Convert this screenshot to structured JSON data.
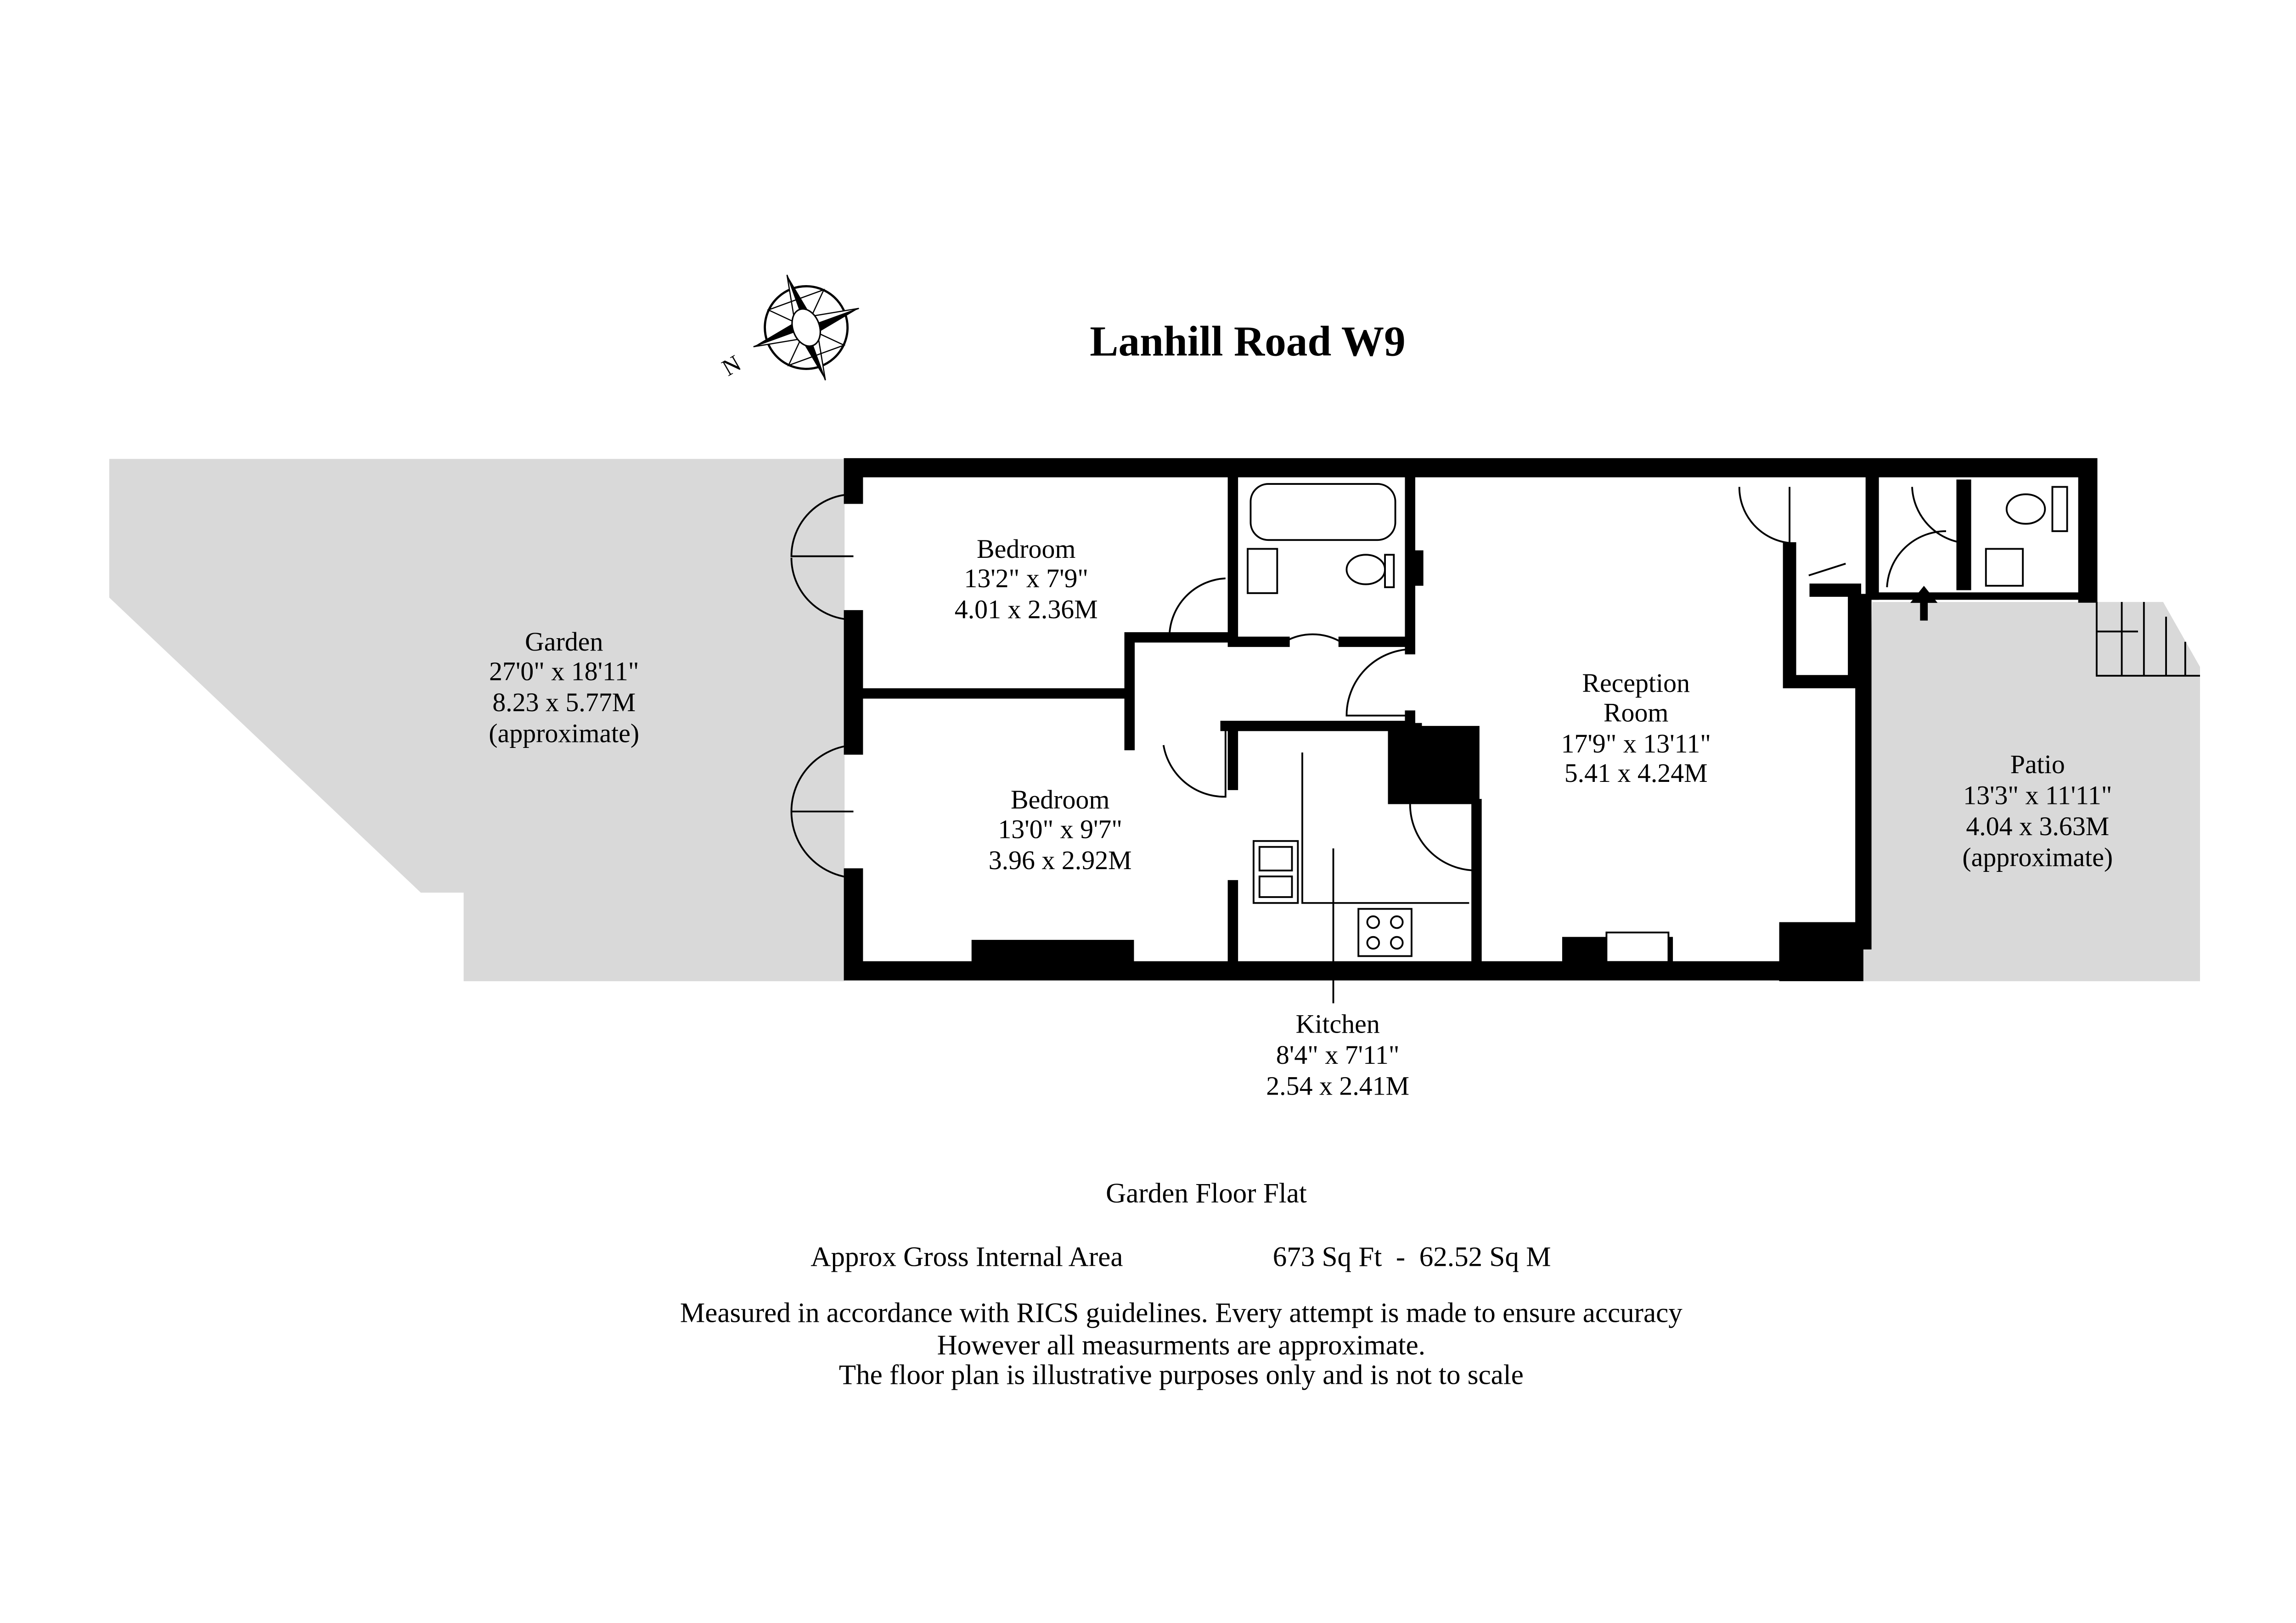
{
  "title": "Lanhill Road W9",
  "compass": {
    "icon": "compass-rose-icon",
    "north_label": "N"
  },
  "colors": {
    "outdoor_fill": "#d9d9d9",
    "wall": "#000000"
  },
  "rooms": {
    "garden": {
      "name": "Garden",
      "imperial": "27'0\" x 18'11\"",
      "metric": "8.23 x 5.77M",
      "note": "(approximate)"
    },
    "bedroom1": {
      "name": "Bedroom",
      "imperial": "13'2\" x 7'9\"",
      "metric": "4.01 x 2.36M"
    },
    "bedroom2": {
      "name": "Bedroom",
      "imperial": "13'0\" x 9'7\"",
      "metric": "3.96 x 2.92M"
    },
    "reception": {
      "name_line1": "Reception",
      "name_line2": "Room",
      "imperial": "17'9\" x 13'11\"",
      "metric": "5.41 x 4.24M"
    },
    "patio": {
      "name": "Patio",
      "imperial": "13'3\" x 11'11\"",
      "metric": "4.04 x 3.63M",
      "note": "(approximate)"
    },
    "kitchen": {
      "name": "Kitchen",
      "imperial": "8'4\" x 7'11\"",
      "metric": "2.54 x 2.41M"
    }
  },
  "footer": {
    "floor": "Garden Floor Flat",
    "area_label": "Approx Gross Internal Area",
    "area_value": "673 Sq Ft  -  62.52 Sq M",
    "disclaimer": [
      "Measured in accordance with RICS guidelines. Every attempt is made to ensure accuracy",
      "However all measurments are approximate.",
      "The floor plan is illustrative purposes only and is not to scale"
    ]
  }
}
